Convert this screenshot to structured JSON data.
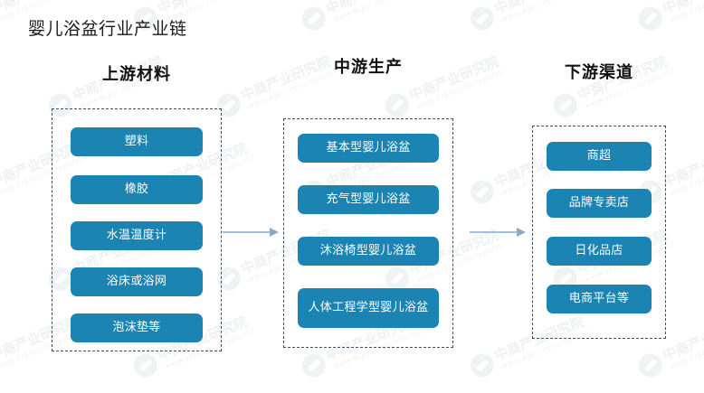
{
  "page": {
    "title": "婴儿浴盆行业产业链",
    "background_color": "#ffffff",
    "node_color": "#1b84b2",
    "node_text_color": "#ffffff",
    "dashed_border_color": "#3c4f63",
    "arrow_color": "#8aa9c8"
  },
  "watermark": {
    "brand": "中商产业研究院",
    "url": "www.askci.com/reports/"
  },
  "columns": [
    {
      "key": "upstream",
      "header": "上游材料",
      "nodes": [
        "塑料",
        "橡胶",
        "水温温度计",
        "浴床或浴网",
        "泡沫垫等"
      ]
    },
    {
      "key": "midstream",
      "header": "中游生产",
      "nodes": [
        "基本型婴儿浴盆",
        "充气型婴儿浴盆",
        "沐浴椅型婴儿浴盆",
        "人体工程学型婴儿浴盆"
      ]
    },
    {
      "key": "downstream",
      "header": "下游渠道",
      "nodes": [
        "商超",
        "品牌专卖店",
        "日化品店",
        "电商平台等"
      ]
    }
  ],
  "arrows": [
    {
      "from": "upstream",
      "to": "midstream",
      "direction": "right"
    },
    {
      "from": "midstream",
      "to": "downstream",
      "direction": "right"
    }
  ]
}
